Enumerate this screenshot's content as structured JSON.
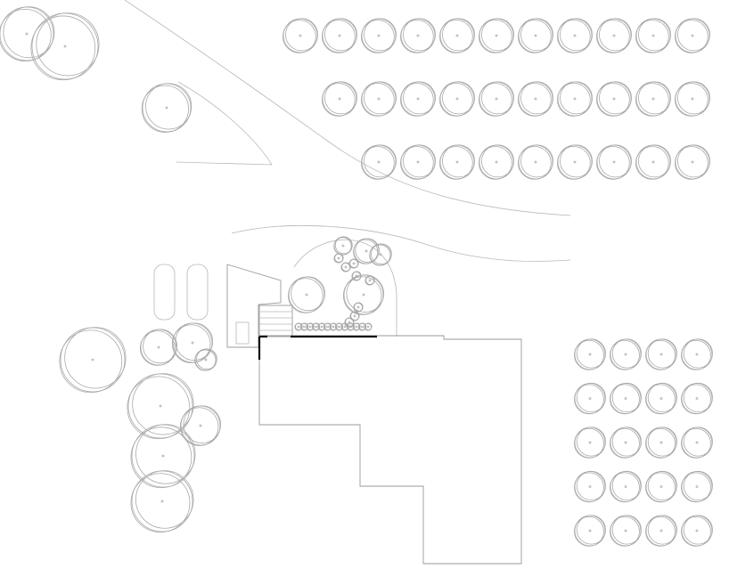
{
  "plan": {
    "orchard_rows": [
      11,
      10,
      9
    ],
    "grove_grid": {
      "rows": 5,
      "cols": 4
    },
    "colors": {
      "line": "#b8b8b8",
      "tree": "#a9a9a9",
      "wall": "#111111",
      "background": "#ffffff"
    }
  }
}
